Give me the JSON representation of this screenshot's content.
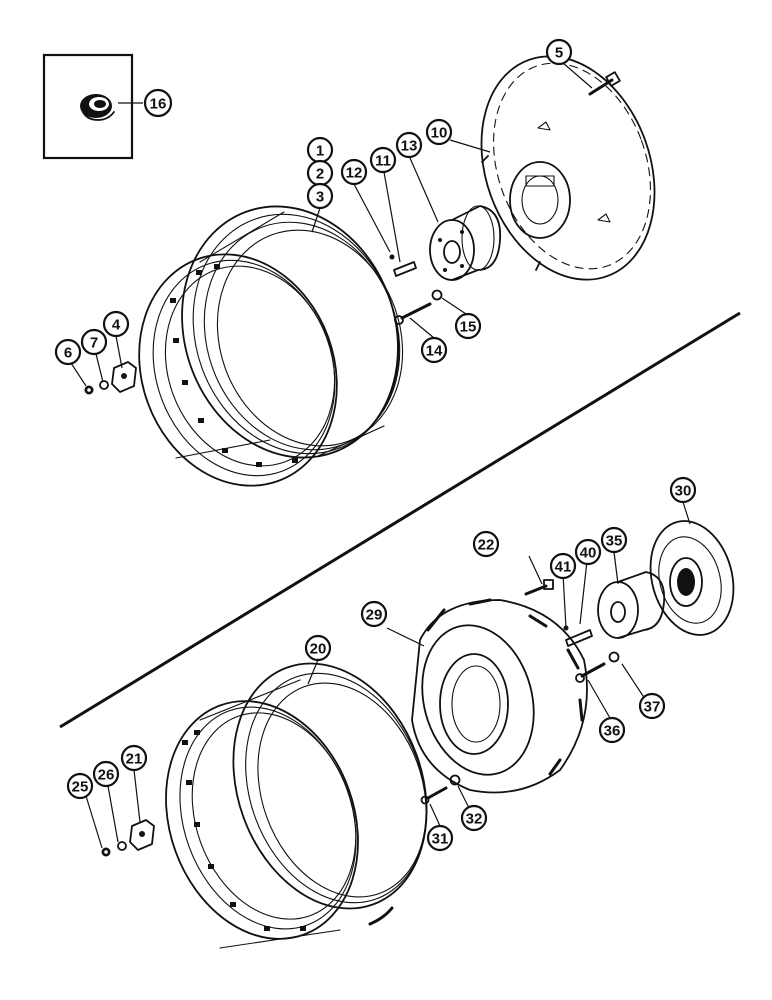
{
  "callouts": {
    "c1": "1",
    "c2": "2",
    "c3": "3",
    "c4": "4",
    "c5": "5",
    "c6": "6",
    "c7": "7",
    "c10": "10",
    "c11": "11",
    "c12": "12",
    "c13": "13",
    "c14": "14",
    "c15": "15",
    "c16": "16",
    "c20": "20",
    "c21": "21",
    "c22": "22",
    "c25": "25",
    "c26": "26",
    "c29": "29",
    "c30": "30",
    "c31": "31",
    "c32": "32",
    "c35": "35",
    "c36": "36",
    "c37": "37",
    "c40": "40",
    "c41": "41"
  },
  "colors": {
    "ink": "#111111",
    "paper": "#ffffff"
  }
}
